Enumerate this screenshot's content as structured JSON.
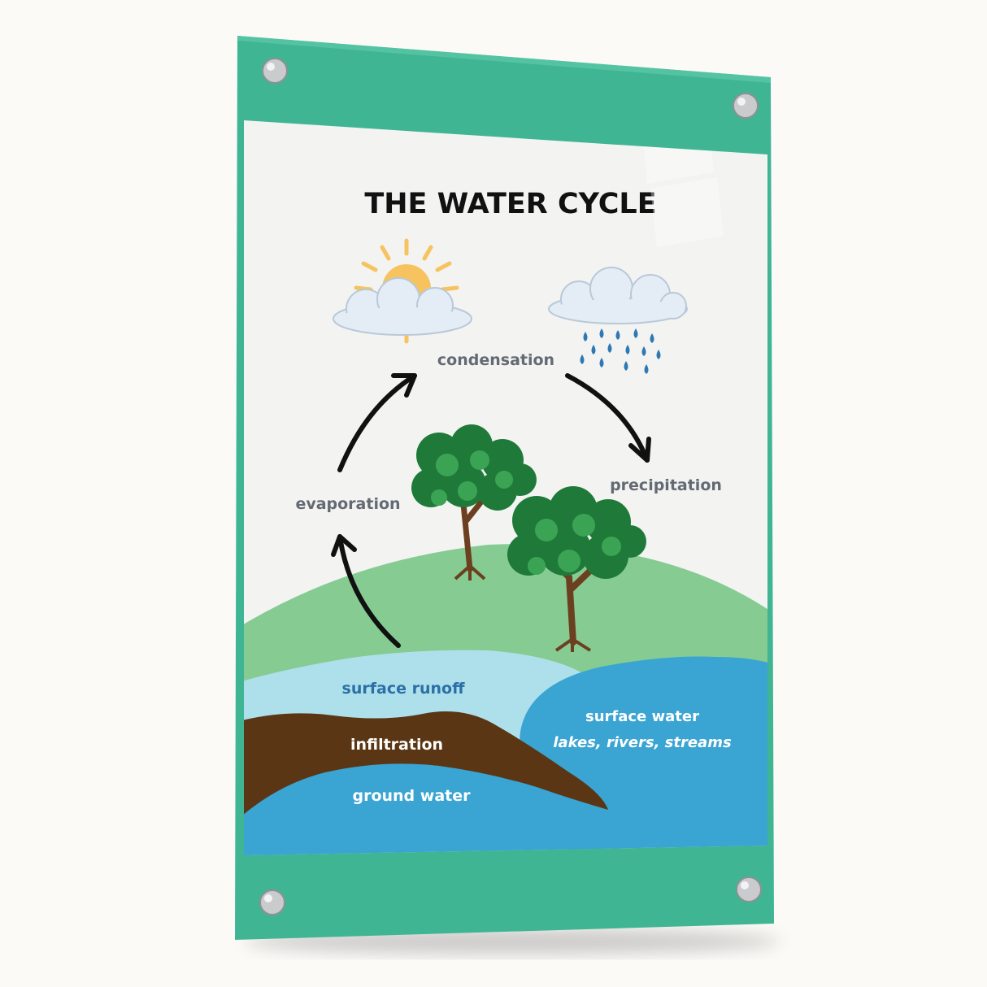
{
  "title": "THE WATER CYCLE",
  "labels": {
    "condensation": "condensation",
    "precipitation": "precipitation",
    "evaporation": "evaporation",
    "surface_runoff": "surface runoff",
    "surface_water": "surface water",
    "surface_water_sub": "lakes, rivers, streams",
    "infiltration": "infiltration",
    "ground_water": "ground water"
  },
  "colors": {
    "frame": "#3fb594",
    "poster": "#f3f3f2",
    "hill": "#86cb92",
    "runoff": "#aee0ec",
    "water": "#3aa4d2",
    "soil": "#5a3614",
    "sun": "#f6c35f",
    "cloud": "#e4edf5",
    "rain": "#2e78b4",
    "tree_dark": "#1f7a3a",
    "tree_light": "#3ba454",
    "trunk": "#6b3f1f",
    "label_gray": "#646a73",
    "label_blue": "#2a6fa6"
  }
}
